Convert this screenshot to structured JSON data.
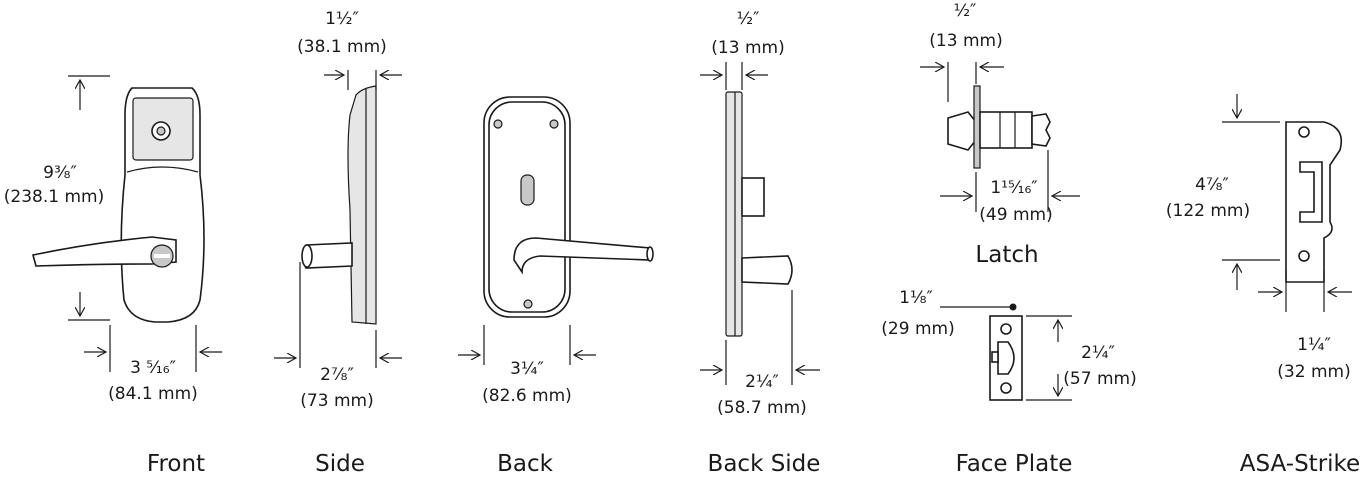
{
  "views": {
    "front": {
      "caption": "Front",
      "height_in": "9³⁄₈″",
      "height_mm": "(238.1 mm)",
      "width_in": "3 ⁵⁄₁₆″",
      "width_mm": "(84.1 mm)"
    },
    "side": {
      "caption": "Side",
      "top_in": "1½″",
      "top_mm": "(38.1 mm)",
      "bottom_in": "2⁷⁄₈″",
      "bottom_mm": "(73 mm)"
    },
    "back": {
      "caption": "Back",
      "width_in": "3¼″",
      "width_mm": "(82.6 mm)"
    },
    "back_side": {
      "caption": "Back Side",
      "top_in": "½″",
      "top_mm": "(13 mm)",
      "bottom_in": "2¼″",
      "bottom_mm": "(58.7 mm)"
    },
    "latch": {
      "caption": "Latch",
      "top_in": "½″",
      "top_mm": "(13 mm)",
      "length_in": "1¹⁵⁄₁₆″",
      "length_mm": "(49 mm)"
    },
    "face_plate": {
      "caption": "Face Plate",
      "width_in": "1⅛″",
      "width_mm": "(29 mm)",
      "height_in": "2¼″",
      "height_mm": "(57 mm)"
    },
    "strike": {
      "caption": "ASA-Strike",
      "height_in": "4⁷⁄₈″",
      "height_mm": "(122 mm)",
      "width_in": "1¼″",
      "width_mm": "(32 mm)"
    }
  },
  "icons": [
    "arrow-up",
    "arrow-down",
    "arrow-left",
    "arrow-right"
  ],
  "colors": {
    "line": "#1a1a1a",
    "fill": "#e6e6e6",
    "background": "#ffffff"
  }
}
